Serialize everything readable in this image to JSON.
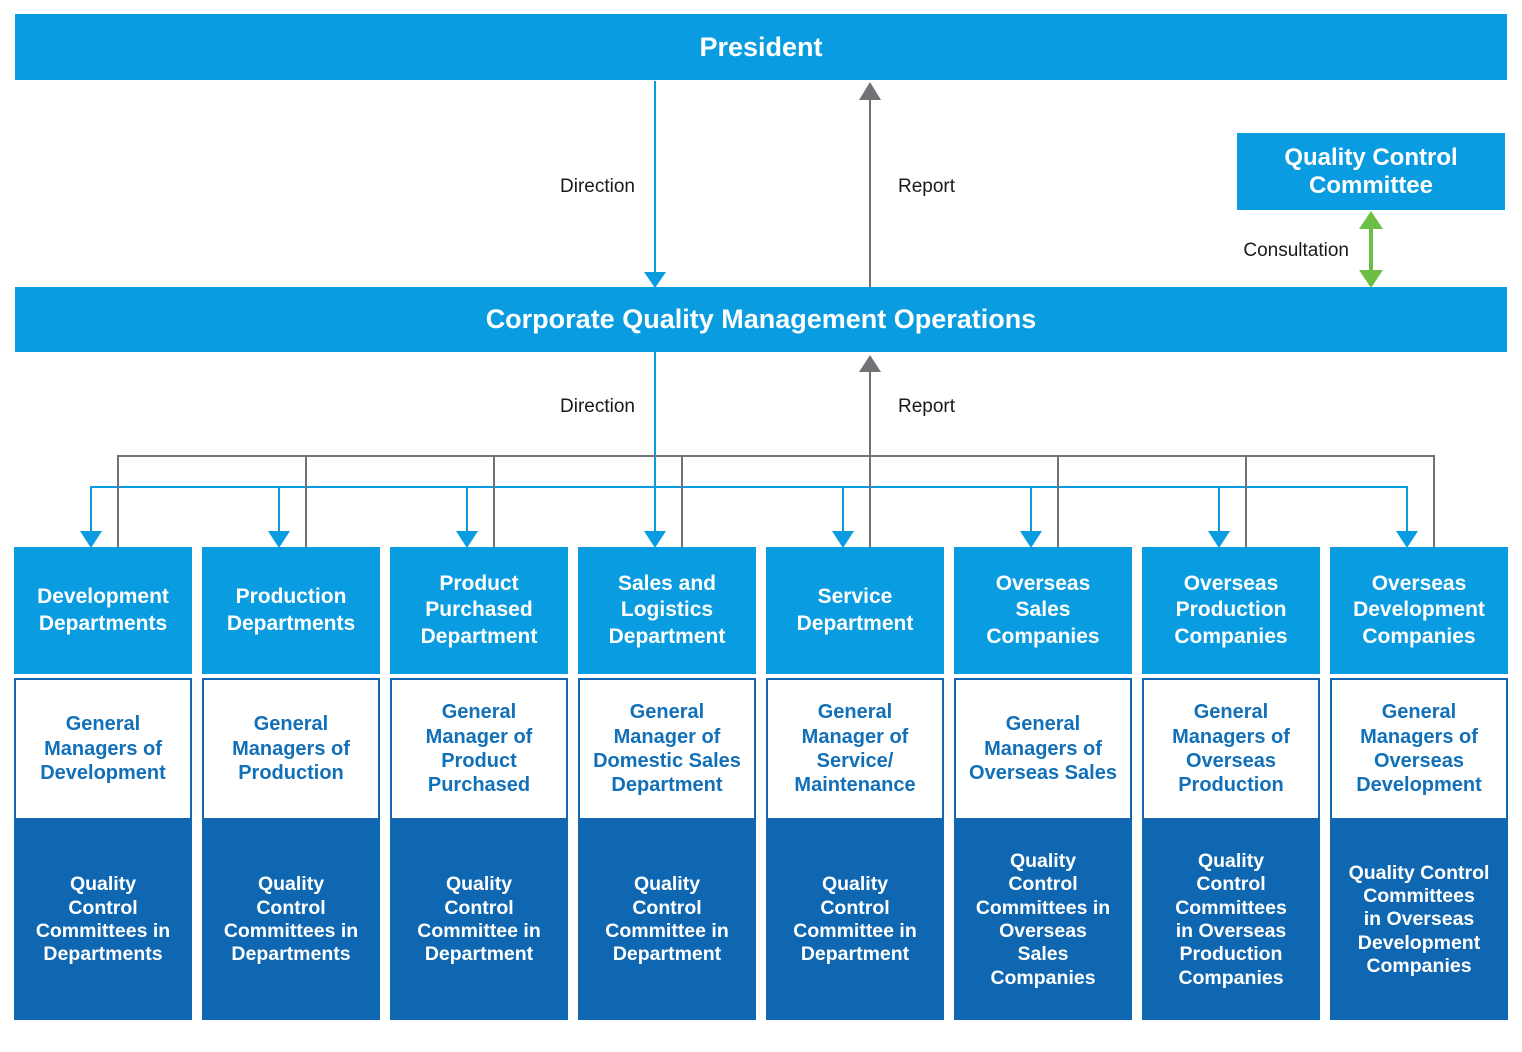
{
  "colors": {
    "light_blue": "#0a9ce1",
    "dark_blue": "#0f67b2",
    "mid_box_text_blue": "#1270b8",
    "mid_box_border_blue": "#1566ae",
    "report_gray": "#717275",
    "consultation_green": "#6cbe45",
    "label_text": "#1a1a1a"
  },
  "nodes": {
    "president": "President",
    "corporate": "Corporate Quality Management Operations",
    "quality_control_committee": "Quality Control\nCommittee"
  },
  "edge_labels": {
    "direction_top": "Direction",
    "report_top": "Report",
    "direction_mid": "Direction",
    "report_mid": "Report",
    "consultation": "Consultation"
  },
  "columns": [
    {
      "department": "Development\nDepartments",
      "manager": "General\nManagers of\nDevelopment",
      "committee": "Quality\nControl\nCommittees in\nDepartments"
    },
    {
      "department": "Production\nDepartments",
      "manager": "General\nManagers of\nProduction",
      "committee": "Quality\nControl\nCommittees in\nDepartments"
    },
    {
      "department": "Product\nPurchased\nDepartment",
      "manager": "General\nManager of\nProduct\nPurchased",
      "committee": "Quality\nControl\nCommittee in\nDepartment"
    },
    {
      "department": "Sales and\nLogistics\nDepartment",
      "manager": "General\nManager of\nDomestic Sales\nDepartment",
      "committee": "Quality\nControl\nCommittee in\nDepartment"
    },
    {
      "department": "Service\nDepartment",
      "manager": "General\nManager of\nService/\nMaintenance",
      "committee": "Quality\nControl\nCommittee in\nDepartment"
    },
    {
      "department": "Overseas\nSales\nCompanies",
      "manager": "General\nManagers of\nOverseas Sales",
      "committee": "Quality\nControl\nCommittees in\nOverseas\nSales\nCompanies"
    },
    {
      "department": "Overseas\nProduction\nCompanies",
      "manager": "General\nManagers of\nOverseas\nProduction",
      "committee": "Quality\nControl\nCommittees\nin Overseas\nProduction\nCompanies"
    },
    {
      "department": "Overseas\nDevelopment\nCompanies",
      "manager": "General\nManagers of\nOverseas\nDevelopment",
      "committee": "Quality Control\nCommittees\nin Overseas\nDevelopment\nCompanies"
    }
  ]
}
